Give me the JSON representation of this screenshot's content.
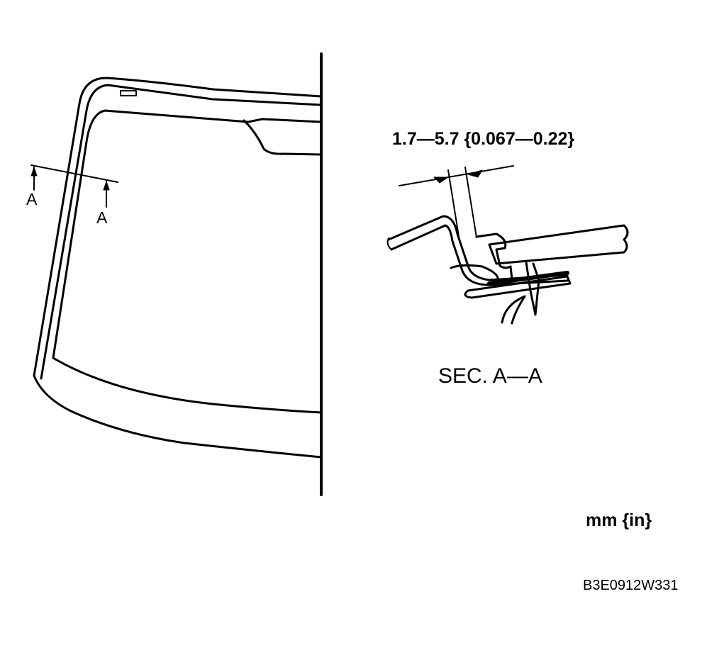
{
  "labels": {
    "section_mark": "A",
    "dimension": "1.7—5.7 {0.067—0.22}",
    "section_title": "SEC. A—A",
    "units": "mm {in}",
    "figure_id": "B3E0912W331"
  },
  "colors": {
    "line": "#000000",
    "background": "#ffffff"
  }
}
